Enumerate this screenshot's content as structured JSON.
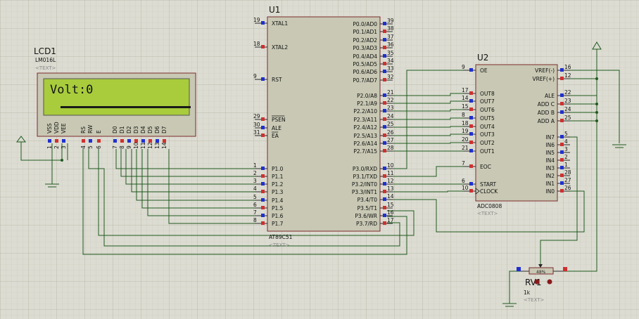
{
  "lcd": {
    "ref": "LCD1",
    "part": "LM016L",
    "placeholder": "<TEXT>",
    "display_text": "Volt:0",
    "pin_labels": [
      "VSS",
      "VDD",
      "VEE",
      "RS",
      "RW",
      "E",
      "D0",
      "D1",
      "D2",
      "D3",
      "D4",
      "D5",
      "D6",
      "D7"
    ],
    "pin_numbers": [
      "1",
      "2",
      "3",
      "4",
      "5",
      "6",
      "7",
      "8",
      "9",
      "10",
      "11",
      "12",
      "13",
      "14"
    ]
  },
  "mcu": {
    "ref": "U1",
    "part": "AT89C51",
    "placeholder": "<TEXT>",
    "left_pins": [
      {
        "num": "19",
        "label": "XTAL1"
      },
      {
        "num": "18",
        "label": "XTAL2"
      },
      {
        "num": "9",
        "label": "RST"
      },
      {
        "num": "29",
        "label": "PSEN"
      },
      {
        "num": "30",
        "label": "ALE"
      },
      {
        "num": "31",
        "label": "EA"
      },
      {
        "num": "1",
        "label": "P1.0"
      },
      {
        "num": "2",
        "label": "P1.1"
      },
      {
        "num": "3",
        "label": "P1.2"
      },
      {
        "num": "4",
        "label": "P1.3"
      },
      {
        "num": "5",
        "label": "P1.4"
      },
      {
        "num": "6",
        "label": "P1.5"
      },
      {
        "num": "7",
        "label": "P1.6"
      },
      {
        "num": "8",
        "label": "P1.7"
      }
    ],
    "right_pins": [
      {
        "num": "39",
        "label": "P0.0/AD0"
      },
      {
        "num": "38",
        "label": "P0.1/AD1"
      },
      {
        "num": "37",
        "label": "P0.2/AD2"
      },
      {
        "num": "36",
        "label": "P0.3/AD3"
      },
      {
        "num": "35",
        "label": "P0.4/AD4"
      },
      {
        "num": "34",
        "label": "P0.5/AD5"
      },
      {
        "num": "33",
        "label": "P0.6/AD6"
      },
      {
        "num": "32",
        "label": "P0.7/AD7"
      },
      {
        "num": "21",
        "label": "P2.0/A8"
      },
      {
        "num": "22",
        "label": "P2.1/A9"
      },
      {
        "num": "23",
        "label": "P2.2/A10"
      },
      {
        "num": "24",
        "label": "P2.3/A11"
      },
      {
        "num": "25",
        "label": "P2.4/A12"
      },
      {
        "num": "26",
        "label": "P2.5/A13"
      },
      {
        "num": "27",
        "label": "P2.6/A14"
      },
      {
        "num": "28",
        "label": "P2.7/A15"
      },
      {
        "num": "10",
        "label": "P3.0/RXD"
      },
      {
        "num": "11",
        "label": "P3.1/TXD"
      },
      {
        "num": "12",
        "label": "P3.2/INT0"
      },
      {
        "num": "13",
        "label": "P3.3/INT1"
      },
      {
        "num": "14",
        "label": "P3.4/T0"
      },
      {
        "num": "15",
        "label": "P3.5/T1"
      },
      {
        "num": "16",
        "label": "P3.6/WR"
      },
      {
        "num": "17",
        "label": "P3.7/RD"
      }
    ]
  },
  "adc": {
    "ref": "U2",
    "part": "ADC0808",
    "placeholder": "<TEXT>",
    "left_pins": [
      {
        "num": "9",
        "label": "OE"
      },
      {
        "num": "17",
        "label": "OUT8"
      },
      {
        "num": "14",
        "label": "OUT7"
      },
      {
        "num": "15",
        "label": "OUT6"
      },
      {
        "num": "8",
        "label": "OUT5"
      },
      {
        "num": "18",
        "label": "OUT4"
      },
      {
        "num": "19",
        "label": "OUT3"
      },
      {
        "num": "20",
        "label": "OUT2"
      },
      {
        "num": "21",
        "label": "OUT1"
      },
      {
        "num": "7",
        "label": "EOC"
      },
      {
        "num": "6",
        "label": "START"
      },
      {
        "num": "10",
        "label": "CLOCK"
      }
    ],
    "right_pins": [
      {
        "num": "16",
        "label": "VREF(-)"
      },
      {
        "num": "12",
        "label": "VREF(+)"
      },
      {
        "num": "22",
        "label": "ALE"
      },
      {
        "num": "23",
        "label": "ADD C"
      },
      {
        "num": "24",
        "label": "ADD B"
      },
      {
        "num": "25",
        "label": "ADD A"
      },
      {
        "num": "5",
        "label": "IN7"
      },
      {
        "num": "4",
        "label": "IN6"
      },
      {
        "num": "3",
        "label": "IN5"
      },
      {
        "num": "2",
        "label": "IN4"
      },
      {
        "num": "1",
        "label": "IN3"
      },
      {
        "num": "28",
        "label": "IN2"
      },
      {
        "num": "27",
        "label": "IN1"
      },
      {
        "num": "26",
        "label": "IN0"
      }
    ]
  },
  "pot": {
    "ref": "RV1",
    "value": "1k",
    "placeholder": "<TEXT>",
    "body_label": "48%"
  },
  "colors": {
    "grid_minor": "#c8c8bc",
    "grid_major": "#b4b4a6",
    "wire": "#1f5a1f",
    "ic_body": "#c8c8b4",
    "ic_border": "#7b2a2a",
    "lcd_screen": "#a8cc3c",
    "pin_blue": "#2030d0",
    "pin_red": "#d03030"
  }
}
